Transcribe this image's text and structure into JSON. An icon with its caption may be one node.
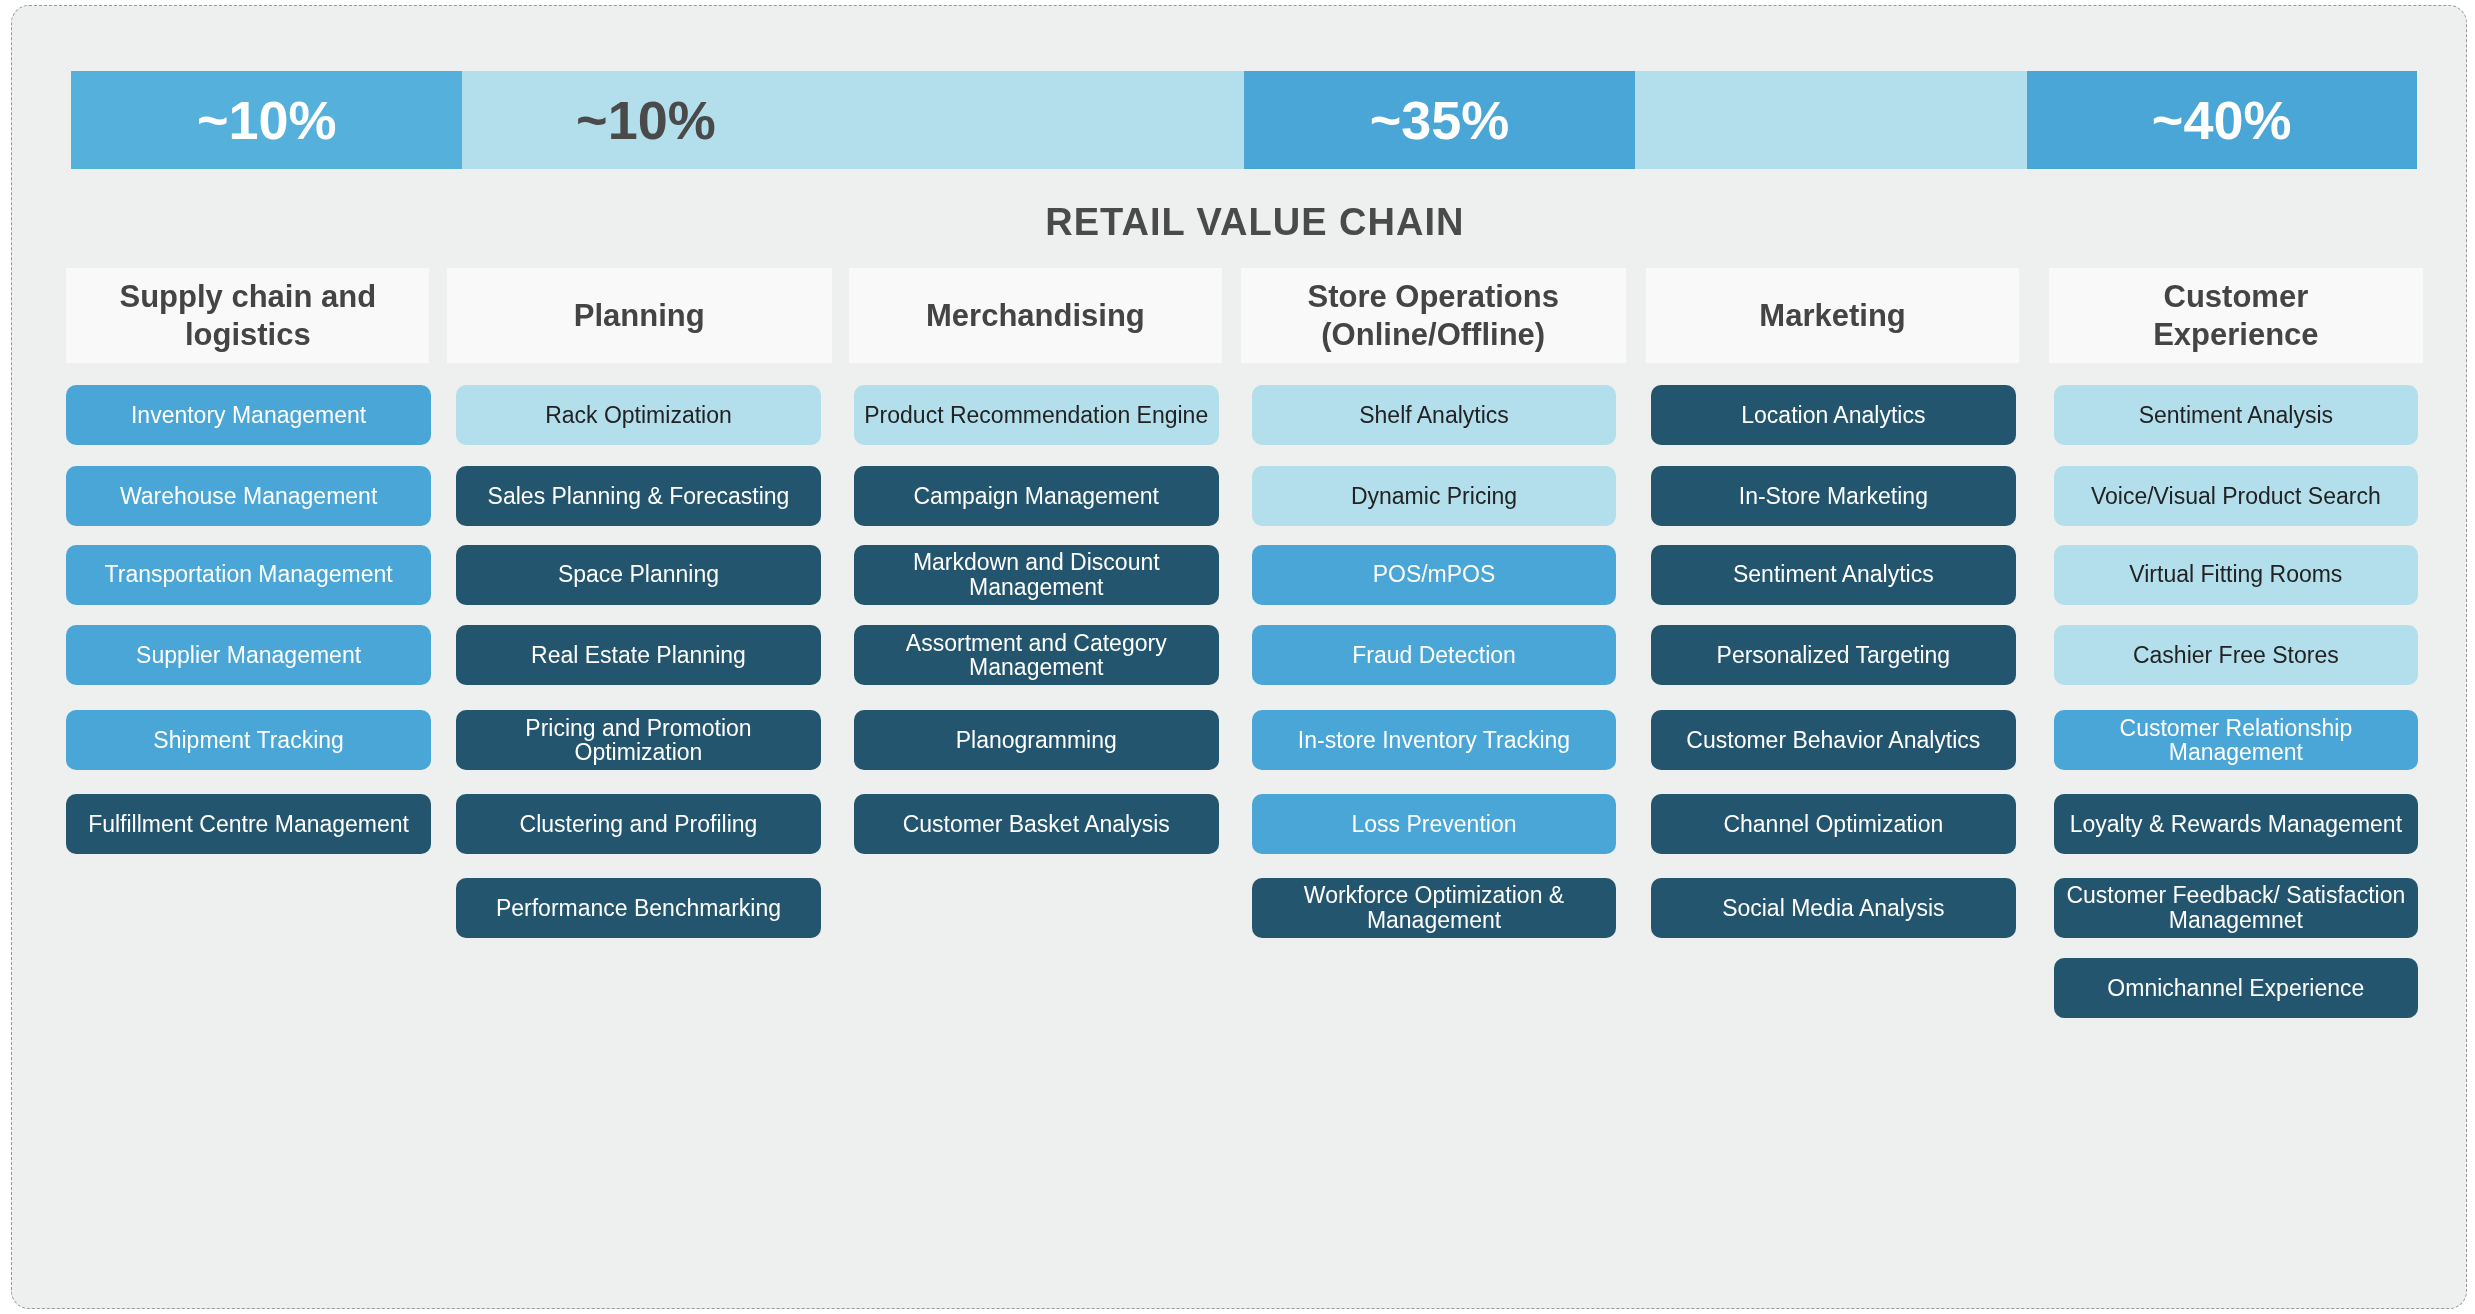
{
  "diagram": {
    "title": "RETAIL VALUE CHAIN",
    "nodes": [
      {
        "text": [
          "~10%"
        ]
      },
      {
        "text": [
          "~10%"
        ]
      },
      {
        "text": [
          "~35%"
        ]
      },
      {
        "text": [],
        "shape": "bar"
      },
      {
        "text": [
          "~40%"
        ]
      },
      {
        "text": [
          "Supply chain and logistics"
        ]
      },
      {
        "text": [
          "Inventory Management"
        ]
      },
      {
        "text": [
          "Warehouse Management"
        ]
      },
      {
        "text": [
          "Transportation Management"
        ]
      },
      {
        "text": [
          "Supplier Management"
        ]
      },
      {
        "text": [
          "Shipment Tracking"
        ]
      },
      {
        "text": [
          "Fulfillment Centre Management"
        ]
      },
      {
        "text": [
          "Planning"
        ]
      },
      {
        "text": [
          "Rack Optimization"
        ]
      },
      {
        "text": [
          "Sales Planning & Forecasting"
        ]
      },
      {
        "text": [
          "Space Planning"
        ]
      },
      {
        "text": [
          "Real Estate Planning"
        ]
      },
      {
        "text": [
          "Pricing and Promotion Optimization"
        ]
      },
      {
        "text": [
          "Clustering and Profiling"
        ]
      },
      {
        "text": [
          "Performance Benchmarking"
        ]
      },
      {
        "text": [
          "Merchandising"
        ]
      },
      {
        "text": [
          "Product Recommendation Engine"
        ]
      },
      {
        "text": [
          "Campaign Management"
        ]
      },
      {
        "text": [
          "Markdown and Discount Management"
        ]
      },
      {
        "text": [
          "Assortment and Category Management"
        ]
      },
      {
        "text": [
          "Planogramming"
        ]
      },
      {
        "text": [
          "Customer Basket Analysis"
        ]
      },
      {
        "text": [
          "Store Operations (Online/Offline)"
        ]
      },
      {
        "text": [
          "Shelf Analytics"
        ]
      },
      {
        "text": [
          "Dynamic Pricing"
        ]
      },
      {
        "text": [
          "POS/mPOS"
        ]
      },
      {
        "text": [
          "Fraud Detection"
        ]
      },
      {
        "text": [
          "In-store Inventory Tracking"
        ]
      },
      {
        "text": [
          "Loss Prevention"
        ]
      },
      {
        "text": [
          "Workforce Optimization & Management"
        ]
      },
      {
        "text": [
          "Marketing"
        ]
      },
      {
        "text": [
          "Location Analytics"
        ]
      },
      {
        "text": [
          "In-Store Marketing"
        ]
      },
      {
        "text": [
          "Sentiment Analytics"
        ]
      },
      {
        "text": [
          "Personalized Targeting"
        ]
      },
      {
        "text": [
          "Customer Behavior Analytics"
        ]
      },
      {
        "text": [
          "Channel Optimization"
        ]
      },
      {
        "text": [
          "Social Media Analysis"
        ]
      },
      {
        "text": [
          "Customer Experience"
        ]
      },
      {
        "text": [
          "Sentiment Analysis"
        ]
      },
      {
        "text": [
          "Voice/Visual Product Search"
        ]
      },
      {
        "text": [
          "Virtual Fitting Rooms"
        ]
      },
      {
        "text": [
          "Cashier Free Stores"
        ]
      },
      {
        "text": [
          "Customer Relationship Management"
        ]
      },
      {
        "text": [
          "Loyalty & Rewards Management"
        ]
      },
      {
        "text": [
          "Customer Feedback/ Satisfaction Managemnet"
        ]
      },
      {
        "text": [
          "Omnichannel Experience"
        ]
      }
    ],
    "edges": []
  }
}
